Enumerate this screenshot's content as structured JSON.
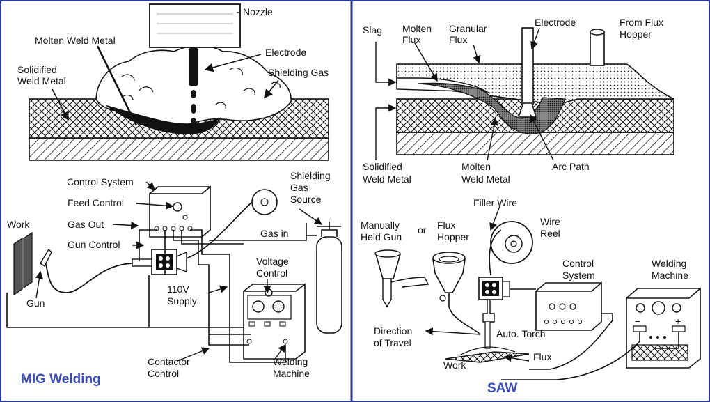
{
  "colors": {
    "frame": "#2b3990",
    "caption": "#3a4bb3",
    "ink": "#111111"
  },
  "mig": {
    "caption": "MIG Welding",
    "labels": {
      "nozzle": "Nozzle",
      "molten_weld_metal": "Molten Weld Metal",
      "electrode": "Electrode",
      "solidified_1": "Solidified",
      "solidified_2": "Weld Metal",
      "shielding_gas": "Shielding Gas",
      "control_system": "Control System",
      "feed_control": "Feed Control",
      "gas_out": "Gas Out",
      "gun_control": "Gun Control",
      "work": "Work",
      "gun": "Gun",
      "gas_source_1": "Shielding",
      "gas_source_2": "Gas",
      "gas_source_3": "Source",
      "gas_in": "Gas in",
      "voltage_1": "Voltage",
      "voltage_2": "Control",
      "supply_1": "110V",
      "supply_2": "Supply",
      "contactor_1": "Contactor",
      "contactor_2": "Control",
      "machine_1": "Welding",
      "machine_2": "Machine"
    }
  },
  "saw": {
    "caption": "SAW",
    "labels": {
      "slag": "Slag",
      "molten_flux_1": "Molten",
      "molten_flux_2": "Flux",
      "granular_1": "Granular",
      "granular_2": "Flux",
      "electrode": "Electrode",
      "hopper_1": "From Flux",
      "hopper_2": "Hopper",
      "solid_1": "Solidified",
      "solid_2": "Weld Metal",
      "molten_1": "Molten",
      "molten_2": "Weld Metal",
      "arc_path": "Arc Path",
      "filler_wire": "Filler Wire",
      "manual_1": "Manually",
      "manual_2": "Held Gun",
      "or": "or",
      "flux_hopper_1": "Flux",
      "flux_hopper_2": "Hopper",
      "wire_reel_1": "Wire",
      "wire_reel_2": "Reel",
      "control_1": "Control",
      "control_2": "System",
      "machine_1": "Welding",
      "machine_2": "Machine",
      "direction_1": "Direction",
      "direction_2": "of Travel",
      "auto_torch": "Auto. Torch",
      "work": "Work",
      "flux": "Flux",
      "minus": "−",
      "plus": "+"
    }
  }
}
